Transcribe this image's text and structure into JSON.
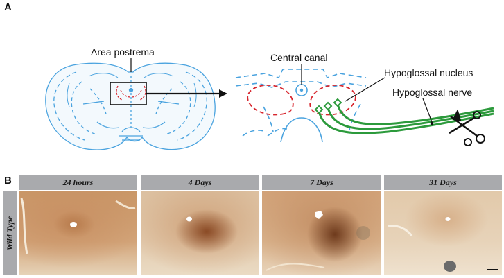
{
  "panels": {
    "a": "A",
    "b": "B"
  },
  "labels": {
    "area_postrema": "Area postrema",
    "central_canal": "Central canal",
    "hypoglossal_nucleus": "Hypoglossal nucleus",
    "hypoglossal_nerve": "Hypoglossal nerve"
  },
  "timepoints": [
    "24 hours",
    "4 Days",
    "7 Days",
    "31 Days"
  ],
  "row_label": "Wild Type",
  "colors": {
    "outline": "#4aa3df",
    "nucleus": "#d7262e",
    "nerve": "#2c9a3c",
    "header_bg": "#a9aaad"
  }
}
